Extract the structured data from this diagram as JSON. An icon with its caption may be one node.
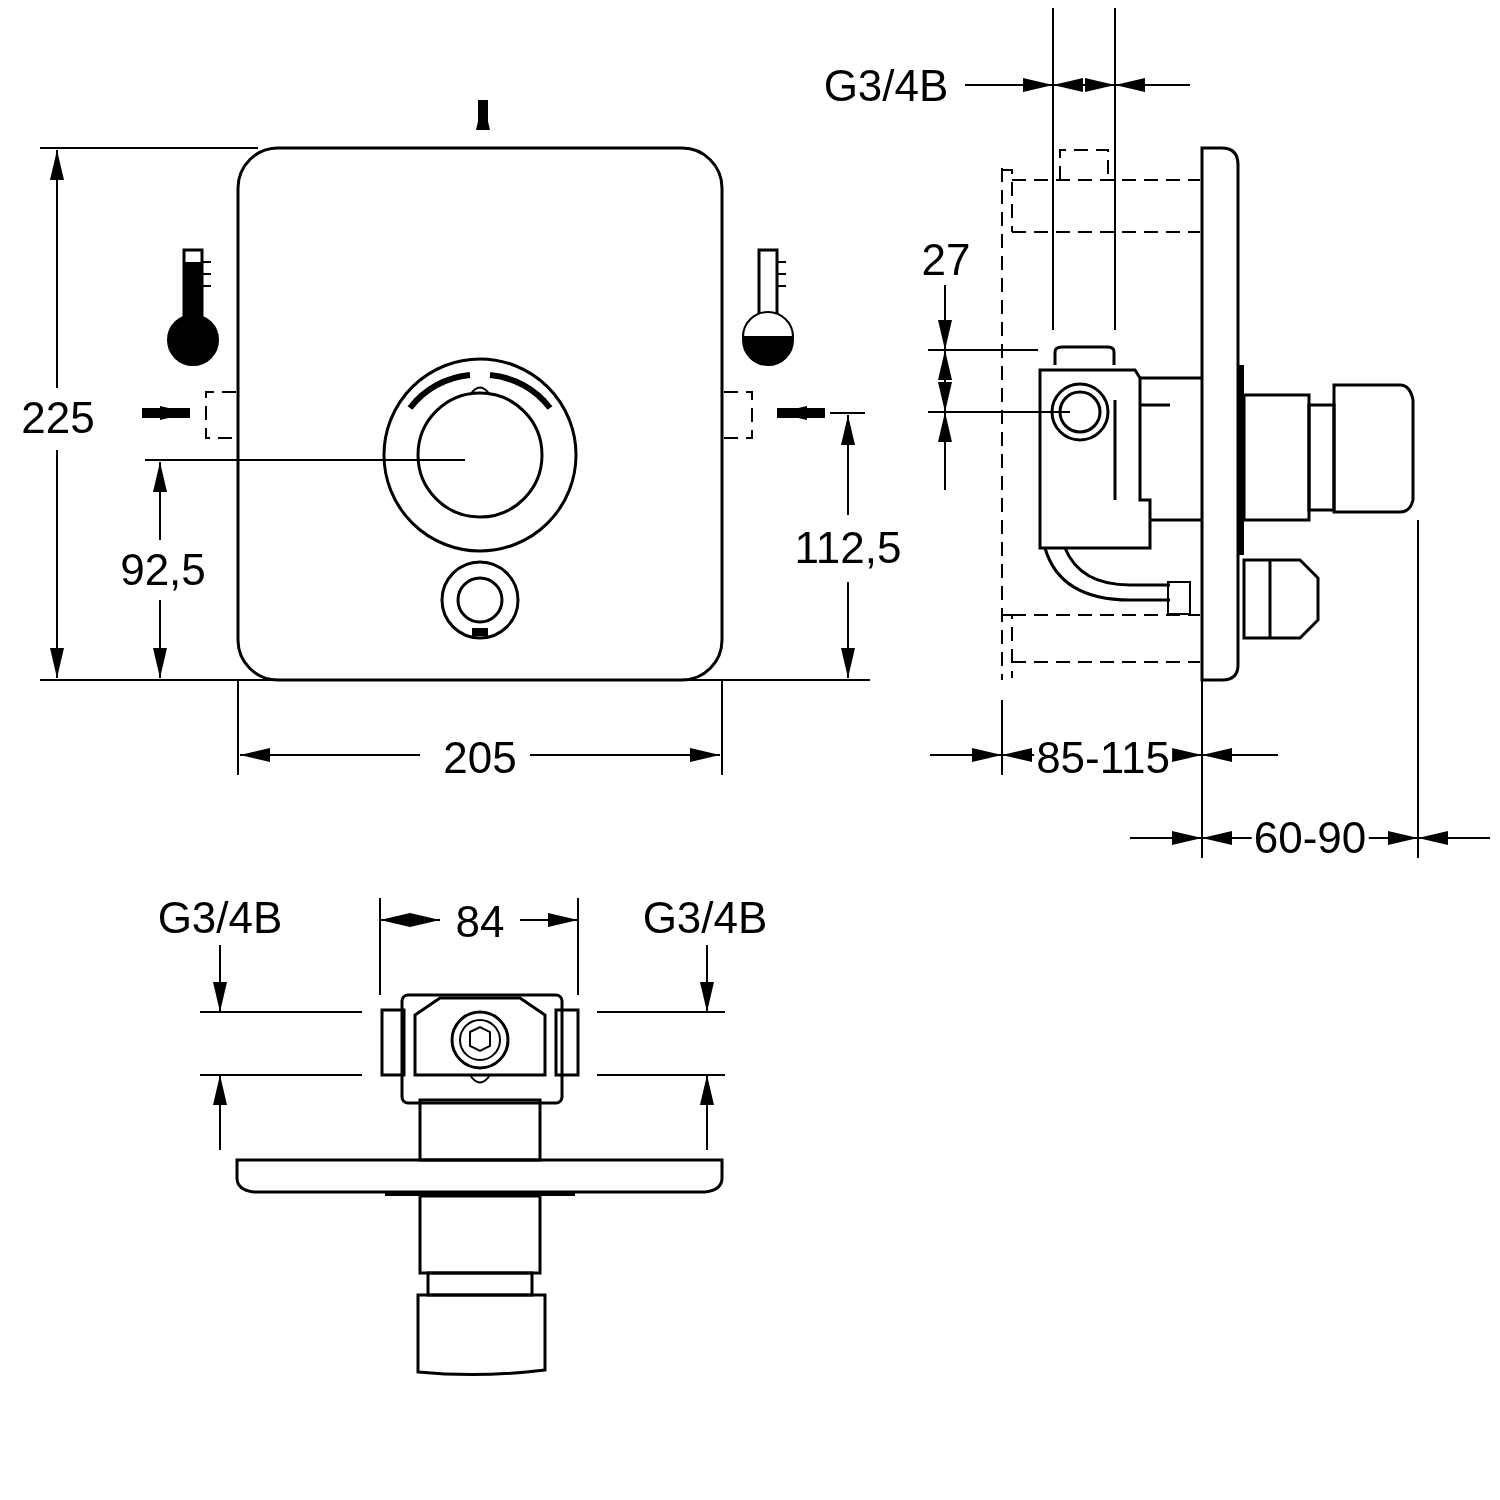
{
  "diagram": {
    "labels": [
      "G3/4B",
      "27",
      "225",
      "112,5",
      "92,5",
      "205",
      "85-115",
      "60-90",
      "G3/4B",
      "84",
      "G3/4B"
    ]
  }
}
